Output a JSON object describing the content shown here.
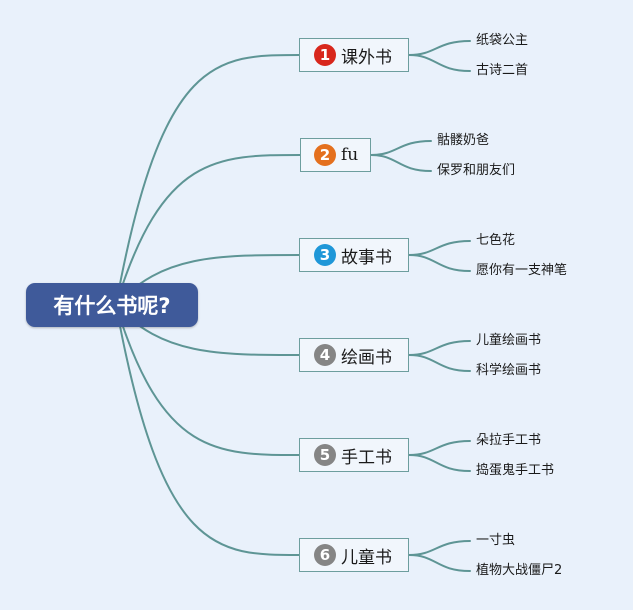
{
  "root": {
    "label": "有什么书呢?"
  },
  "colors": {
    "line": "#5e9595",
    "root_bg": "#3f5a9a",
    "background": "#e9f1fb"
  },
  "branches": [
    {
      "number": "1",
      "label": "课外书",
      "badge_color": "#d8271c",
      "leaves": [
        "纸袋公主",
        "古诗二首"
      ]
    },
    {
      "number": "2",
      "label": "fu",
      "badge_color": "#e4701e",
      "leaves": [
        "骷髅奶爸",
        "保罗和朋友们"
      ]
    },
    {
      "number": "3",
      "label": "故事书",
      "badge_color": "#1f97d8",
      "leaves": [
        "七色花",
        "愿你有一支神笔"
      ]
    },
    {
      "number": "4",
      "label": "绘画书",
      "badge_color": "#858585",
      "leaves": [
        "儿童绘画书",
        "科学绘画书"
      ]
    },
    {
      "number": "5",
      "label": "手工书",
      "badge_color": "#858585",
      "leaves": [
        "朵拉手工书",
        "捣蛋鬼手工书"
      ]
    },
    {
      "number": "6",
      "label": "儿童书",
      "badge_color": "#858585",
      "leaves": [
        "一寸虫",
        "植物大战僵尸2"
      ]
    }
  ]
}
